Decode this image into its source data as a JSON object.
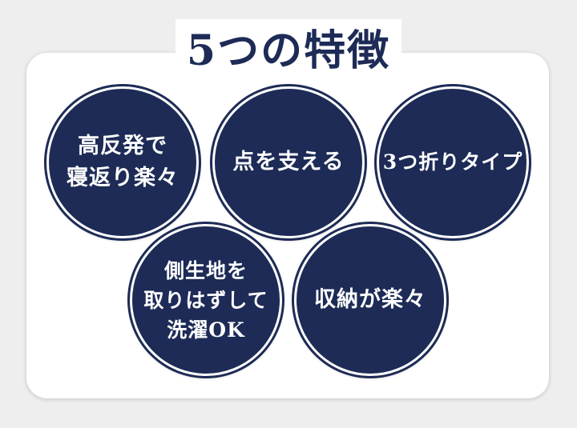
{
  "title": "5つの特徴",
  "colors": {
    "navy": "#1d2b56",
    "white": "#ffffff",
    "background": "#eeeeee"
  },
  "features": [
    {
      "text": "高反発で\n寝返り楽々"
    },
    {
      "text": "点を支える"
    },
    {
      "text": "3つ折りタイプ"
    },
    {
      "text": "側生地を\n取りはずして\n洗濯OK"
    },
    {
      "text": "収納が楽々"
    }
  ]
}
